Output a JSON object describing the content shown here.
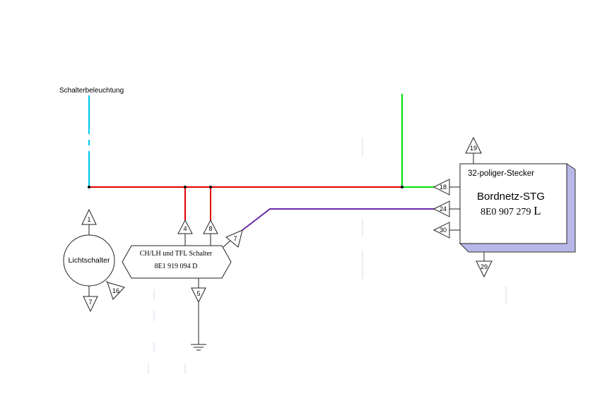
{
  "labels": {
    "schalterbeleuchtung": "Schalterbeleuchtung",
    "lichtschalter": "Lichtschalter",
    "switch_module_name": "CH/LH und TFL Schalter",
    "switch_module_part": "8E1 919 094 D",
    "connector": "32-poliger-Stecker",
    "bcm_name": "Bordnetz-STG",
    "bcm_part": "8E0 907 279",
    "bcm_part_suffix": "L"
  },
  "pins": {
    "p1": "1",
    "p7_lichtschalter": "7",
    "p16": "16",
    "p4": "4",
    "p8": "8",
    "p7_module": "7",
    "p5": "5",
    "p18": "18",
    "p24": "24",
    "p30": "30",
    "p19": "19",
    "p29": "29"
  },
  "colors": {
    "wire_red": "#e00000",
    "wire_green": "#00dd00",
    "wire_blue": "#00c8f0",
    "wire_purple": "#6a2aa8",
    "box_shadow": "#b8b8e8"
  }
}
